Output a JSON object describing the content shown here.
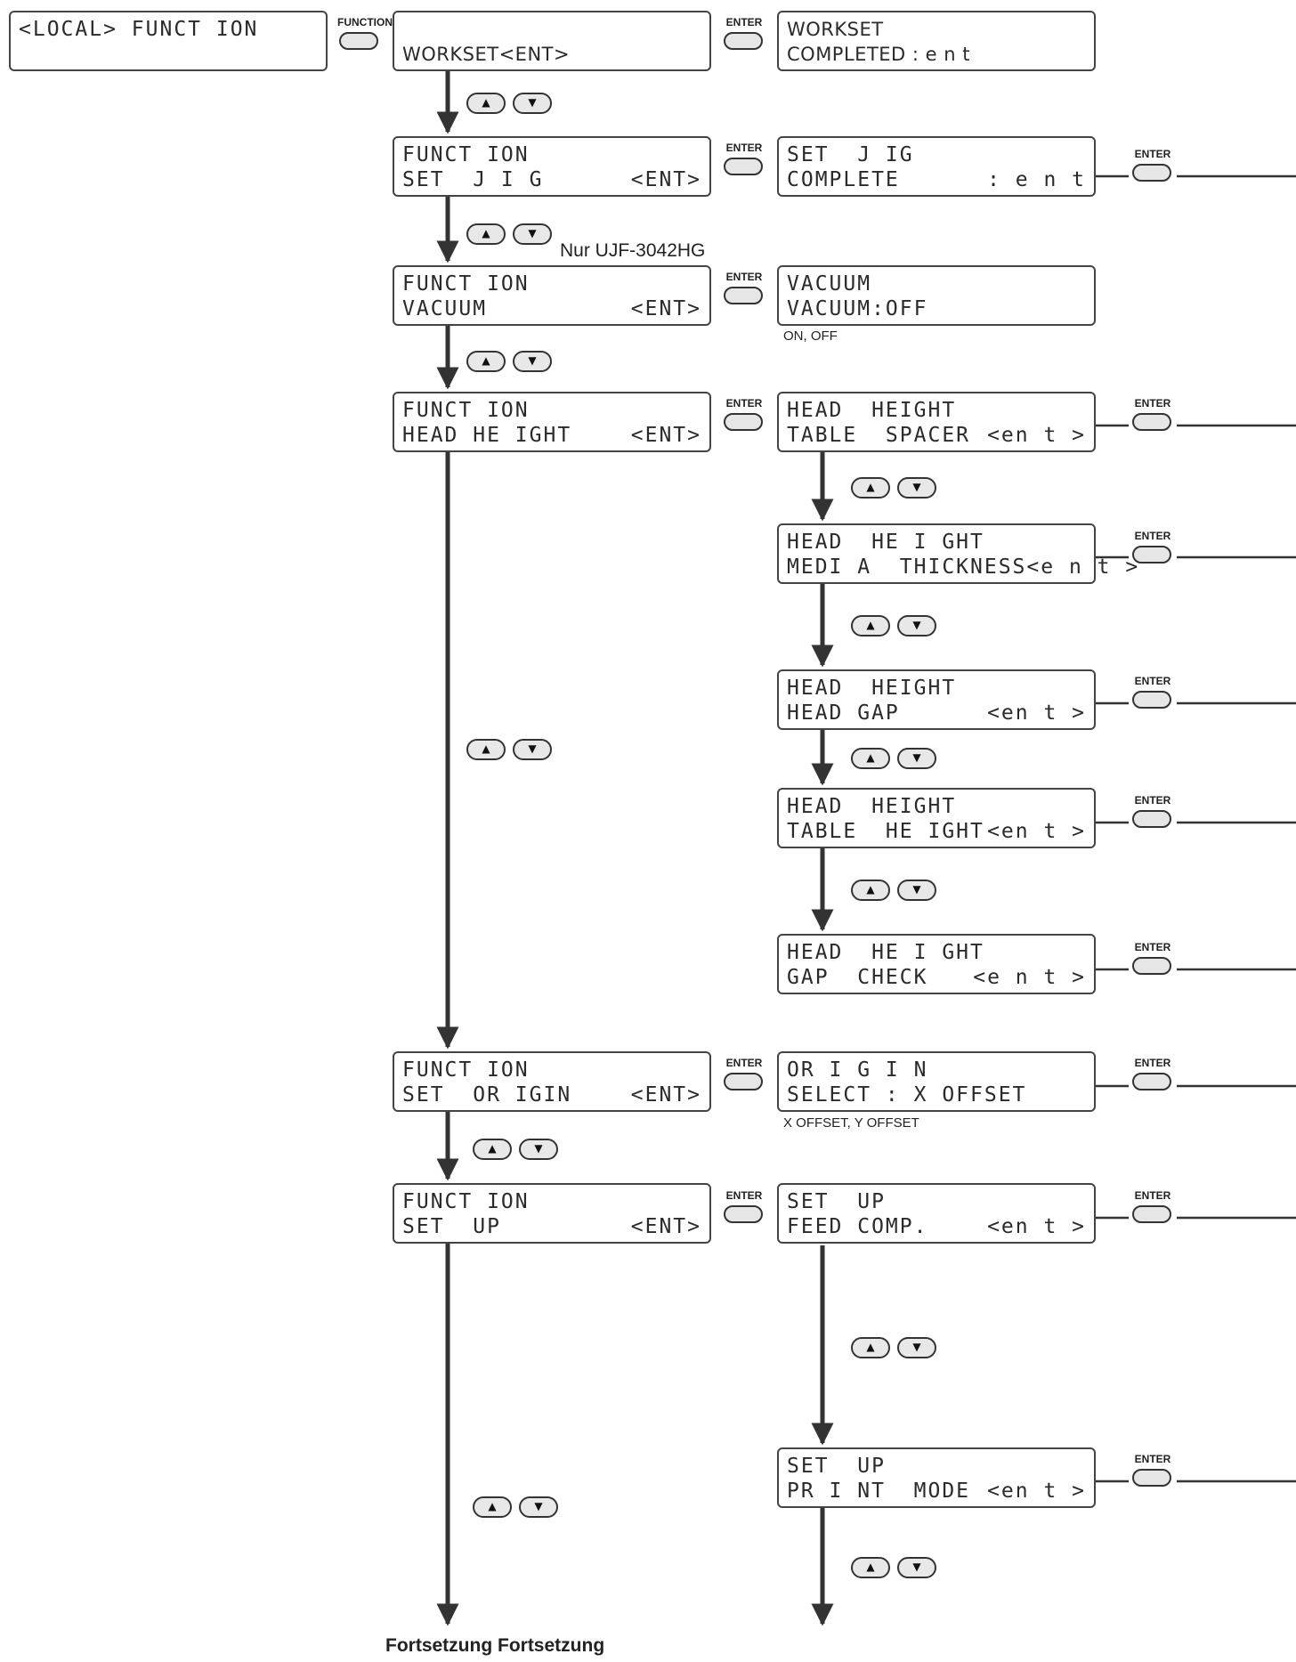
{
  "keys": {
    "function": "FUNCTION",
    "enter": "ENTER",
    "up_glyph": "▲",
    "down_glyph": "▼"
  },
  "local": {
    "line1": "<LOCAL> FUNCT ION"
  },
  "workset": {
    "menu_line2": "WORKSET<ENT>",
    "result_line1": "WORKSET",
    "result_line2": "COMPLETED : e n t"
  },
  "set_jig": {
    "menu_line1": "FUNCT ION",
    "menu_line2": "SET  J I G",
    "menu_ent": "<ENT>",
    "result_line1": "SET  J IG",
    "result_line2": "COMPLETE",
    "result_ent": ": e n t"
  },
  "model_note": "Nur UJF-3042HG",
  "vacuum": {
    "menu_line1": "FUNCT ION",
    "menu_line2": "VACUUM",
    "menu_ent": "<ENT>",
    "result_line1": "VACUUM",
    "result_line2": "VACUUM:OFF",
    "options": "ON, OFF"
  },
  "head_height": {
    "menu_line1": "FUNCT ION",
    "menu_line2": "HEAD HE IGHT",
    "menu_ent": "<ENT>",
    "submenus": [
      {
        "line1": "HEAD  HEIGHT",
        "line2": "TABLE  SPACER",
        "ent": "<en t >"
      },
      {
        "line1": "HEAD  HE I GHT",
        "line2": "MEDI A  THICKNESS<e n t >",
        "ent": ""
      },
      {
        "line1": "HEAD  HEIGHT",
        "line2": "HEAD GAP",
        "ent": "<en t >"
      },
      {
        "line1": "HEAD  HEIGHT",
        "line2": "TABLE  HE IGHT",
        "ent": "<en t >"
      },
      {
        "line1": "HEAD  HE I GHT",
        "line2": "GAP  CHECK",
        "ent": "<e n t >"
      }
    ]
  },
  "set_origin": {
    "menu_line1": "FUNCT ION",
    "menu_line2": "SET  OR IGIN",
    "menu_ent": "<ENT>",
    "result_line1": "OR I G I N",
    "result_line2": "SELECT : X OFFSET",
    "options": "X OFFSET, Y OFFSET"
  },
  "set_up": {
    "menu_line1": "FUNCT ION",
    "menu_line2": "SET  UP",
    "menu_ent": "<ENT>",
    "submenus": [
      {
        "line1": "SET  UP",
        "line2": "FEED COMP.",
        "ent": "<en t >"
      },
      {
        "line1": "SET  UP",
        "line2": "PR I NT  MODE",
        "ent": "<en t >"
      }
    ]
  },
  "continuation": "Fortsetzung Fortsetzung"
}
